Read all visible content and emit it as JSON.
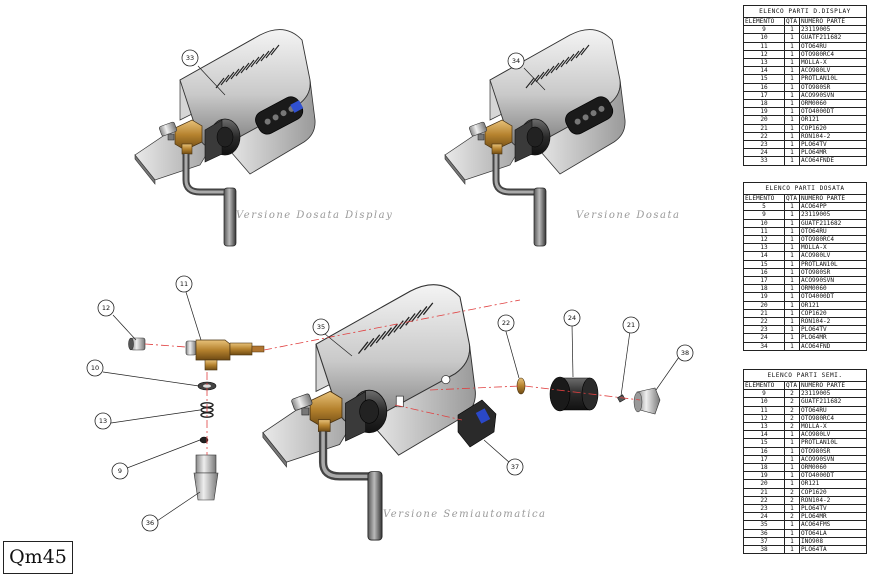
{
  "drawing_code": "Qm45",
  "version_labels": {
    "display": "Versione Dosata Display",
    "dosata": "Versione Dosata",
    "semi": "Versione Semiautomatica"
  },
  "callouts": [
    "33",
    "34",
    "12",
    "11",
    "10",
    "13",
    "9",
    "36",
    "35",
    "22",
    "24",
    "21",
    "38",
    "37"
  ],
  "tables": [
    {
      "title": "ELENCO PARTI D.DISPLAY",
      "headers": [
        "ELEMENTO",
        "QTÀ",
        "NUMERO PARTE"
      ],
      "rows": [
        [
          "9",
          "1",
          "23119005"
        ],
        [
          "10",
          "1",
          "GUATF211682"
        ],
        [
          "11",
          "1",
          "OTO64RU"
        ],
        [
          "12",
          "1",
          "OTO980RC4"
        ],
        [
          "13",
          "1",
          "MOLLA-X"
        ],
        [
          "14",
          "1",
          "ACO980LV"
        ],
        [
          "15",
          "1",
          "PROTLAN10L"
        ],
        [
          "16",
          "1",
          "OTO980SR"
        ],
        [
          "17",
          "1",
          "ACO990SVN"
        ],
        [
          "18",
          "1",
          "ORM0060"
        ],
        [
          "19",
          "1",
          "OTO4000DT"
        ],
        [
          "20",
          "1",
          "OR121"
        ],
        [
          "21",
          "1",
          "COP1620"
        ],
        [
          "22",
          "1",
          "RON104-2"
        ],
        [
          "23",
          "1",
          "PLO64TV"
        ],
        [
          "24",
          "1",
          "PLO64MR"
        ],
        [
          "33",
          "1",
          "ACO64FNDE"
        ]
      ]
    },
    {
      "title": "ELENCO PARTI DOSATA",
      "headers": [
        "ELEMENTO",
        "QTÀ",
        "NUMERO PARTE"
      ],
      "rows": [
        [
          "5",
          "1",
          "ACO64PP"
        ],
        [
          "9",
          "1",
          "23119005"
        ],
        [
          "10",
          "1",
          "GUATF211682"
        ],
        [
          "11",
          "1",
          "OTO64RU"
        ],
        [
          "12",
          "1",
          "OTO980RC4"
        ],
        [
          "13",
          "1",
          "MOLLA-X"
        ],
        [
          "14",
          "1",
          "ACO980LV"
        ],
        [
          "15",
          "1",
          "PROTLAN10L"
        ],
        [
          "16",
          "1",
          "OTO980SR"
        ],
        [
          "17",
          "1",
          "ACO990SVN"
        ],
        [
          "18",
          "1",
          "ORM0060"
        ],
        [
          "19",
          "1",
          "OTO4000DT"
        ],
        [
          "20",
          "1",
          "OR121"
        ],
        [
          "21",
          "1",
          "COP1620"
        ],
        [
          "22",
          "1",
          "RON104-2"
        ],
        [
          "23",
          "1",
          "PLO64TV"
        ],
        [
          "24",
          "1",
          "PLO64MR"
        ],
        [
          "34",
          "1",
          "ACO64FND"
        ]
      ]
    },
    {
      "title": "ELENCO PARTI SEMI.",
      "headers": [
        "ELEMENTO",
        "QTÀ",
        "NUMERO PARTE"
      ],
      "rows": [
        [
          "9",
          "2",
          "23119005"
        ],
        [
          "10",
          "2",
          "GUATF211682"
        ],
        [
          "11",
          "2",
          "OTO64RU"
        ],
        [
          "12",
          "2",
          "OTO980RC4"
        ],
        [
          "13",
          "2",
          "MOLLA-X"
        ],
        [
          "14",
          "1",
          "ACO980LV"
        ],
        [
          "15",
          "1",
          "PROTLAN10L"
        ],
        [
          "16",
          "1",
          "OTO980SR"
        ],
        [
          "17",
          "1",
          "ACO990SVN"
        ],
        [
          "18",
          "1",
          "ORM0060"
        ],
        [
          "19",
          "1",
          "OTO4000DT"
        ],
        [
          "20",
          "1",
          "OR121"
        ],
        [
          "21",
          "2",
          "COP1620"
        ],
        [
          "22",
          "2",
          "RON104-2"
        ],
        [
          "23",
          "1",
          "PLO64TV"
        ],
        [
          "24",
          "2",
          "PLO64MR"
        ],
        [
          "35",
          "1",
          "ACO64FMS"
        ],
        [
          "36",
          "1",
          "OTO64LA"
        ],
        [
          "37",
          "1",
          "INO908"
        ],
        [
          "38",
          "1",
          "PLO64TA"
        ]
      ]
    }
  ]
}
